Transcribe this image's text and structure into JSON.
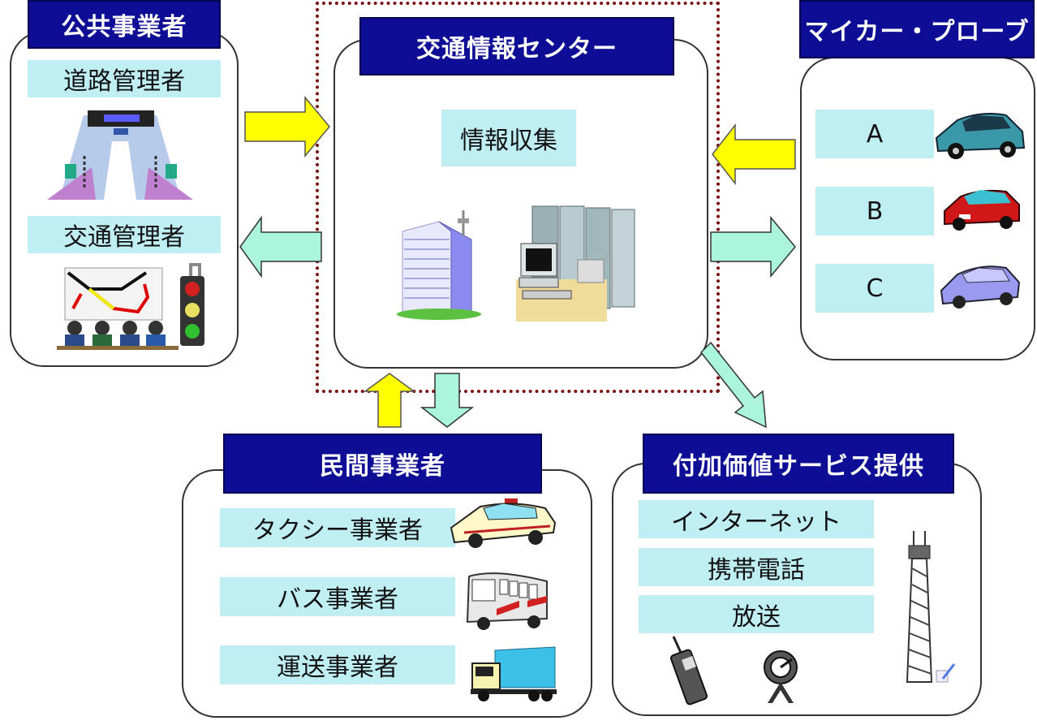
{
  "title": "交通情報センター 情報流通図",
  "colors": {
    "header_bg": "#0d0d96",
    "label_bg": "#bfeef3",
    "arrow_in": "#ffff00",
    "arrow_out": "#aaf5dc",
    "boundary": "#7a1010"
  },
  "public_operators": {
    "header": "公共事業者",
    "items": [
      {
        "label": "道路管理者",
        "icon": "toll-gate-icon"
      },
      {
        "label": "交通管理者",
        "icon": "traffic-control-room-icon"
      }
    ]
  },
  "center": {
    "header": "交通情報センター",
    "label": "情報収集",
    "icons": [
      "office-building-icon",
      "server-computer-icon"
    ]
  },
  "mycar_probe": {
    "header": "マイカー・プローブ",
    "items": [
      {
        "label": "A",
        "icon": "teal-car-icon"
      },
      {
        "label": "B",
        "icon": "red-car-icon"
      },
      {
        "label": "C",
        "icon": "blue-car-icon"
      }
    ]
  },
  "private_operators": {
    "header": "民間事業者",
    "items": [
      {
        "label": "タクシー事業者",
        "icon": "taxi-icon"
      },
      {
        "label": "バス事業者",
        "icon": "bus-icon"
      },
      {
        "label": "運送事業者",
        "icon": "truck-icon"
      }
    ]
  },
  "value_added": {
    "header": "付加価値サービス提供",
    "items": [
      {
        "label": "インターネット"
      },
      {
        "label": "携帯電話"
      },
      {
        "label": "放送"
      }
    ],
    "icons": [
      "mobile-phone-icon",
      "satellite-dish-icon",
      "broadcast-tower-icon"
    ]
  },
  "flows": [
    {
      "from": "公共事業者",
      "to": "交通情報センター",
      "type": "input"
    },
    {
      "from": "交通情報センター",
      "to": "公共事業者",
      "type": "output"
    },
    {
      "from": "マイカー・プローブ",
      "to": "交通情報センター",
      "type": "input"
    },
    {
      "from": "交通情報センター",
      "to": "マイカー・プローブ",
      "type": "output"
    },
    {
      "from": "民間事業者",
      "to": "交通情報センター",
      "type": "input"
    },
    {
      "from": "交通情報センター",
      "to": "民間事業者",
      "type": "output"
    },
    {
      "from": "交通情報センター",
      "to": "付加価値サービス提供",
      "type": "output"
    }
  ]
}
